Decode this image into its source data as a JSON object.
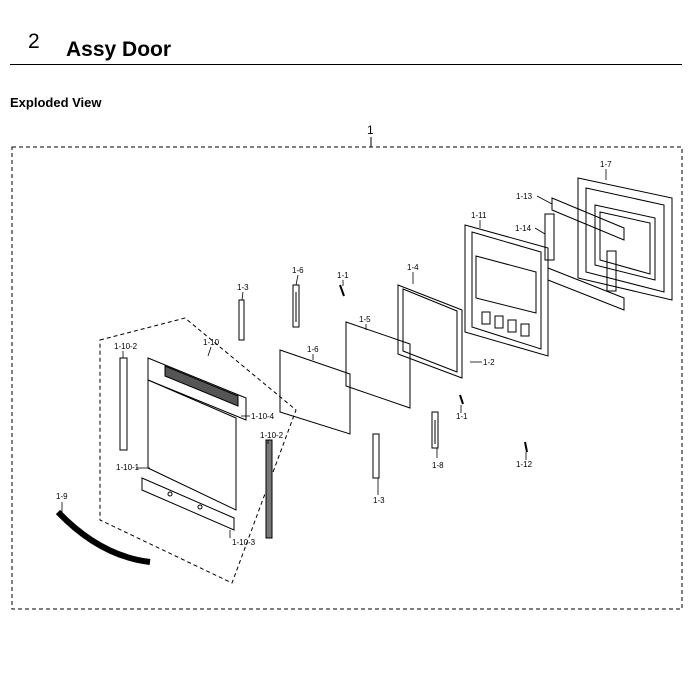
{
  "header": {
    "section_number": "2",
    "section_title": "Assy Door",
    "subtitle": "Exploded View"
  },
  "diagram": {
    "assembly_label": "1",
    "parts": [
      {
        "id": "p-1-7",
        "label": "1-7"
      },
      {
        "id": "p-1-13",
        "label": "1-13"
      },
      {
        "id": "p-1-14",
        "label": "1-14"
      },
      {
        "id": "p-1-11",
        "label": "1-11"
      },
      {
        "id": "p-1-4",
        "label": "1-4"
      },
      {
        "id": "p-1-1-top",
        "label": "1-1"
      },
      {
        "id": "p-1-6-hinge",
        "label": "1-6"
      },
      {
        "id": "p-1-3-top",
        "label": "1-3"
      },
      {
        "id": "p-1-5",
        "label": "1-5"
      },
      {
        "id": "p-1-6-glass",
        "label": "1-6"
      },
      {
        "id": "p-1-2",
        "label": "1-2"
      },
      {
        "id": "p-1-10",
        "label": "1-10"
      },
      {
        "id": "p-1-10-2a",
        "label": "1-10-2"
      },
      {
        "id": "p-1-10-4",
        "label": "1-10-4"
      },
      {
        "id": "p-1-10-2b",
        "label": "1-10-2"
      },
      {
        "id": "p-1-10-1",
        "label": "1-10-1"
      },
      {
        "id": "p-1-1-bottom",
        "label": "1-1"
      },
      {
        "id": "p-1-8",
        "label": "1-8"
      },
      {
        "id": "p-1-12",
        "label": "1-12"
      },
      {
        "id": "p-1-3-bottom",
        "label": "1-3"
      },
      {
        "id": "p-1-9",
        "label": "1-9"
      },
      {
        "id": "p-1-10-3",
        "label": "1-10-3"
      }
    ]
  }
}
